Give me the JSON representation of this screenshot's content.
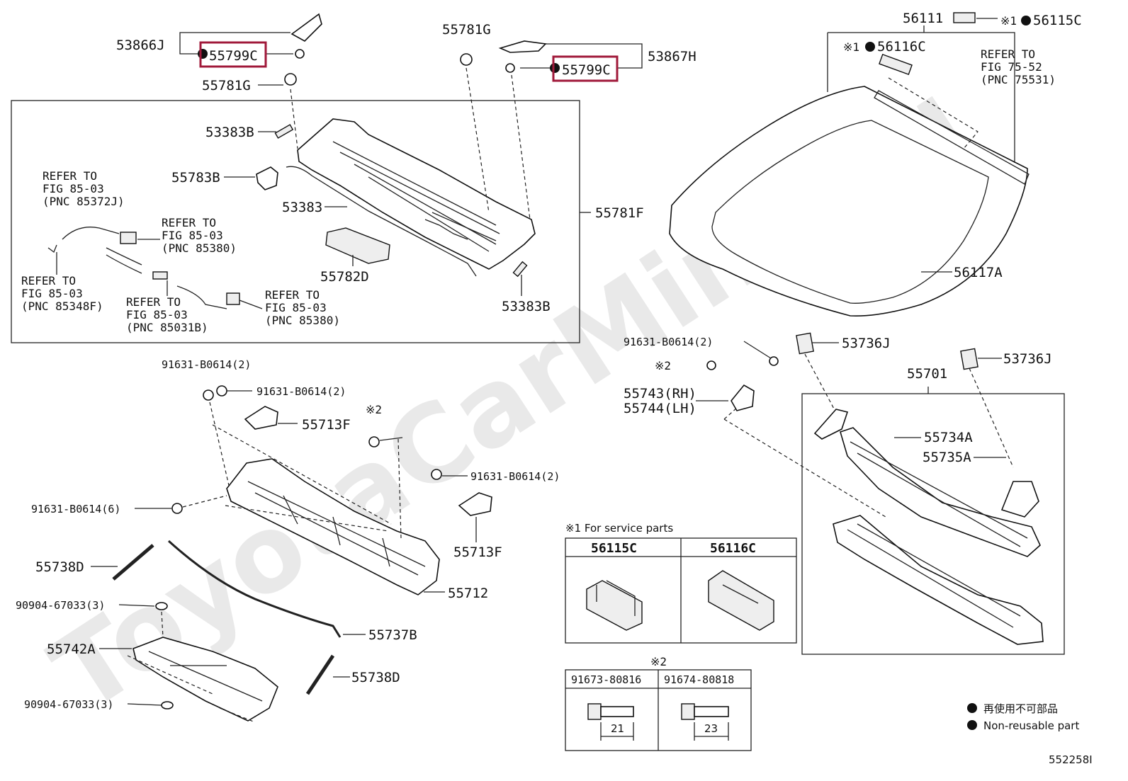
{
  "watermark": "ToyotaCarMine.ru",
  "diagram_id": "552258I",
  "parts": {
    "p53866J": "53866J",
    "p55799C_left": "55799C",
    "p55781G_left": "55781G",
    "p55781G_top": "55781G",
    "p55799C_right": "55799C",
    "p53867H": "53867H",
    "p53383B_top": "53383B",
    "p55783B": "55783B",
    "p53383": "53383",
    "p55781F": "55781F",
    "p55782D": "55782D",
    "p53383B_bottom": "53383B",
    "p56111": "56111",
    "p56115C": "56115C",
    "p56116C": "56116C",
    "p56117A": "56117A",
    "p53736J_a": "53736J",
    "p53736J_b": "53736J",
    "p55743": "55743(RH)",
    "p55744": "55744(LH)",
    "p55701": "55701",
    "p55734A": "55734A",
    "p55735A": "55735A",
    "p55713F_a": "55713F",
    "p55713F_b": "55713F",
    "p55712": "55712",
    "p55738D_a": "55738D",
    "p55738D_b": "55738D",
    "p55737B": "55737B",
    "p55742A": "55742A"
  },
  "bolts": {
    "b1": "91631-B0614(2)",
    "b2": "91631-B0614(2)",
    "b3": "91631-B0614(2)",
    "b4": "91631-B0614(6)",
    "b5": "91631-B0614(2)",
    "b6": "90904-67033(3)",
    "b7": "90904-67033(3)"
  },
  "marks": {
    "m1_56115C": "※1",
    "m1_56116C": "※1",
    "m2_a": "※2",
    "m2_b": "※2",
    "m2_c": "※2"
  },
  "refs": {
    "r1": [
      "REFER TO",
      "FIG 85-03",
      "(PNC 85372J)"
    ],
    "r2": [
      "REFER TO",
      "FIG 85-03",
      "(PNC 85380)"
    ],
    "r3": [
      "REFER TO",
      "FIG 85-03",
      "(PNC 85348F)"
    ],
    "r4": [
      "REFER TO",
      "FIG 85-03",
      "(PNC 85031B)"
    ],
    "r5": [
      "REFER TO",
      "FIG 85-03",
      "(PNC 85380)"
    ],
    "r6": [
      "REFER TO",
      "FIG 75-52",
      "(PNC 75531)"
    ]
  },
  "service_table": {
    "caption": "※1 For service parts",
    "col1": "56115C",
    "col2": "56116C"
  },
  "bolt_table": {
    "caption": "※2",
    "col1": "91673-80816",
    "col2": "91674-80818",
    "dim1": "21",
    "dim2": "23"
  },
  "legend": {
    "jp": "再使用不可部品",
    "en": "Non-reusable part"
  },
  "colors": {
    "highlight": "#a0193a",
    "ink": "#111111"
  }
}
